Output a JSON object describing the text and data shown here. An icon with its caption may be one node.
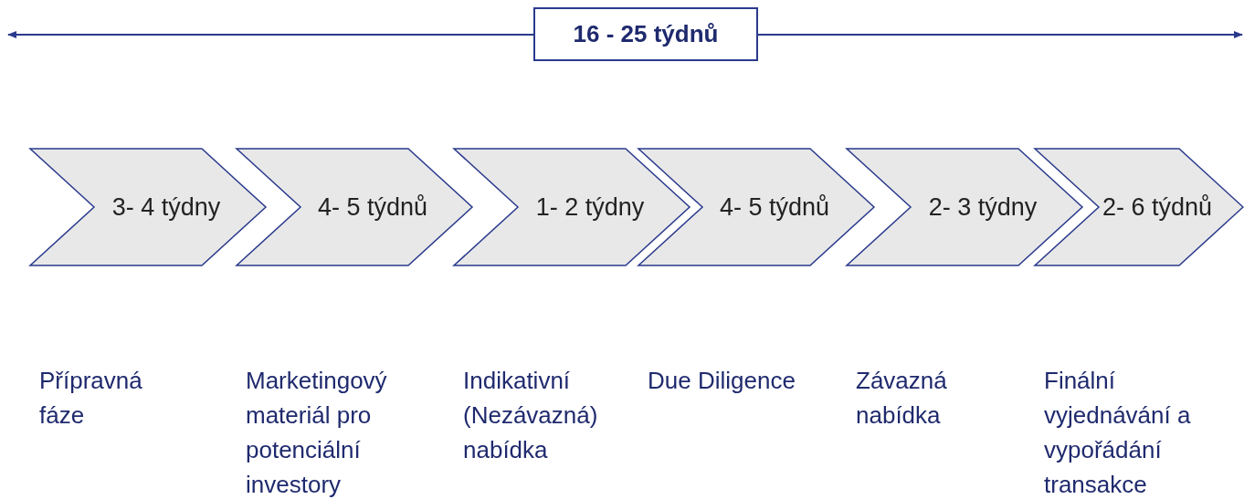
{
  "diagram": {
    "nodes": [
      {
        "text": [
          "16 - 25 týdnů"
        ]
      },
      {
        "text": [
          "3- 4 týdny"
        ]
      },
      {
        "text": [
          "4- 5 týdnů"
        ]
      },
      {
        "text": [
          "1- 2 týdny"
        ]
      },
      {
        "text": [
          "4- 5 týdnů"
        ]
      },
      {
        "text": [
          "2- 3 týdny"
        ]
      },
      {
        "text": [
          "2- 6 týdnů"
        ]
      }
    ],
    "labels": [
      "Přípravná fáze",
      "Marketingový materiál pro potenciální investory",
      "Indikativní (Nezávazná) nabídka",
      "Due Diligence",
      "Závazná nabídka",
      "Finální vyjednávání a vypořádání transakce"
    ]
  }
}
